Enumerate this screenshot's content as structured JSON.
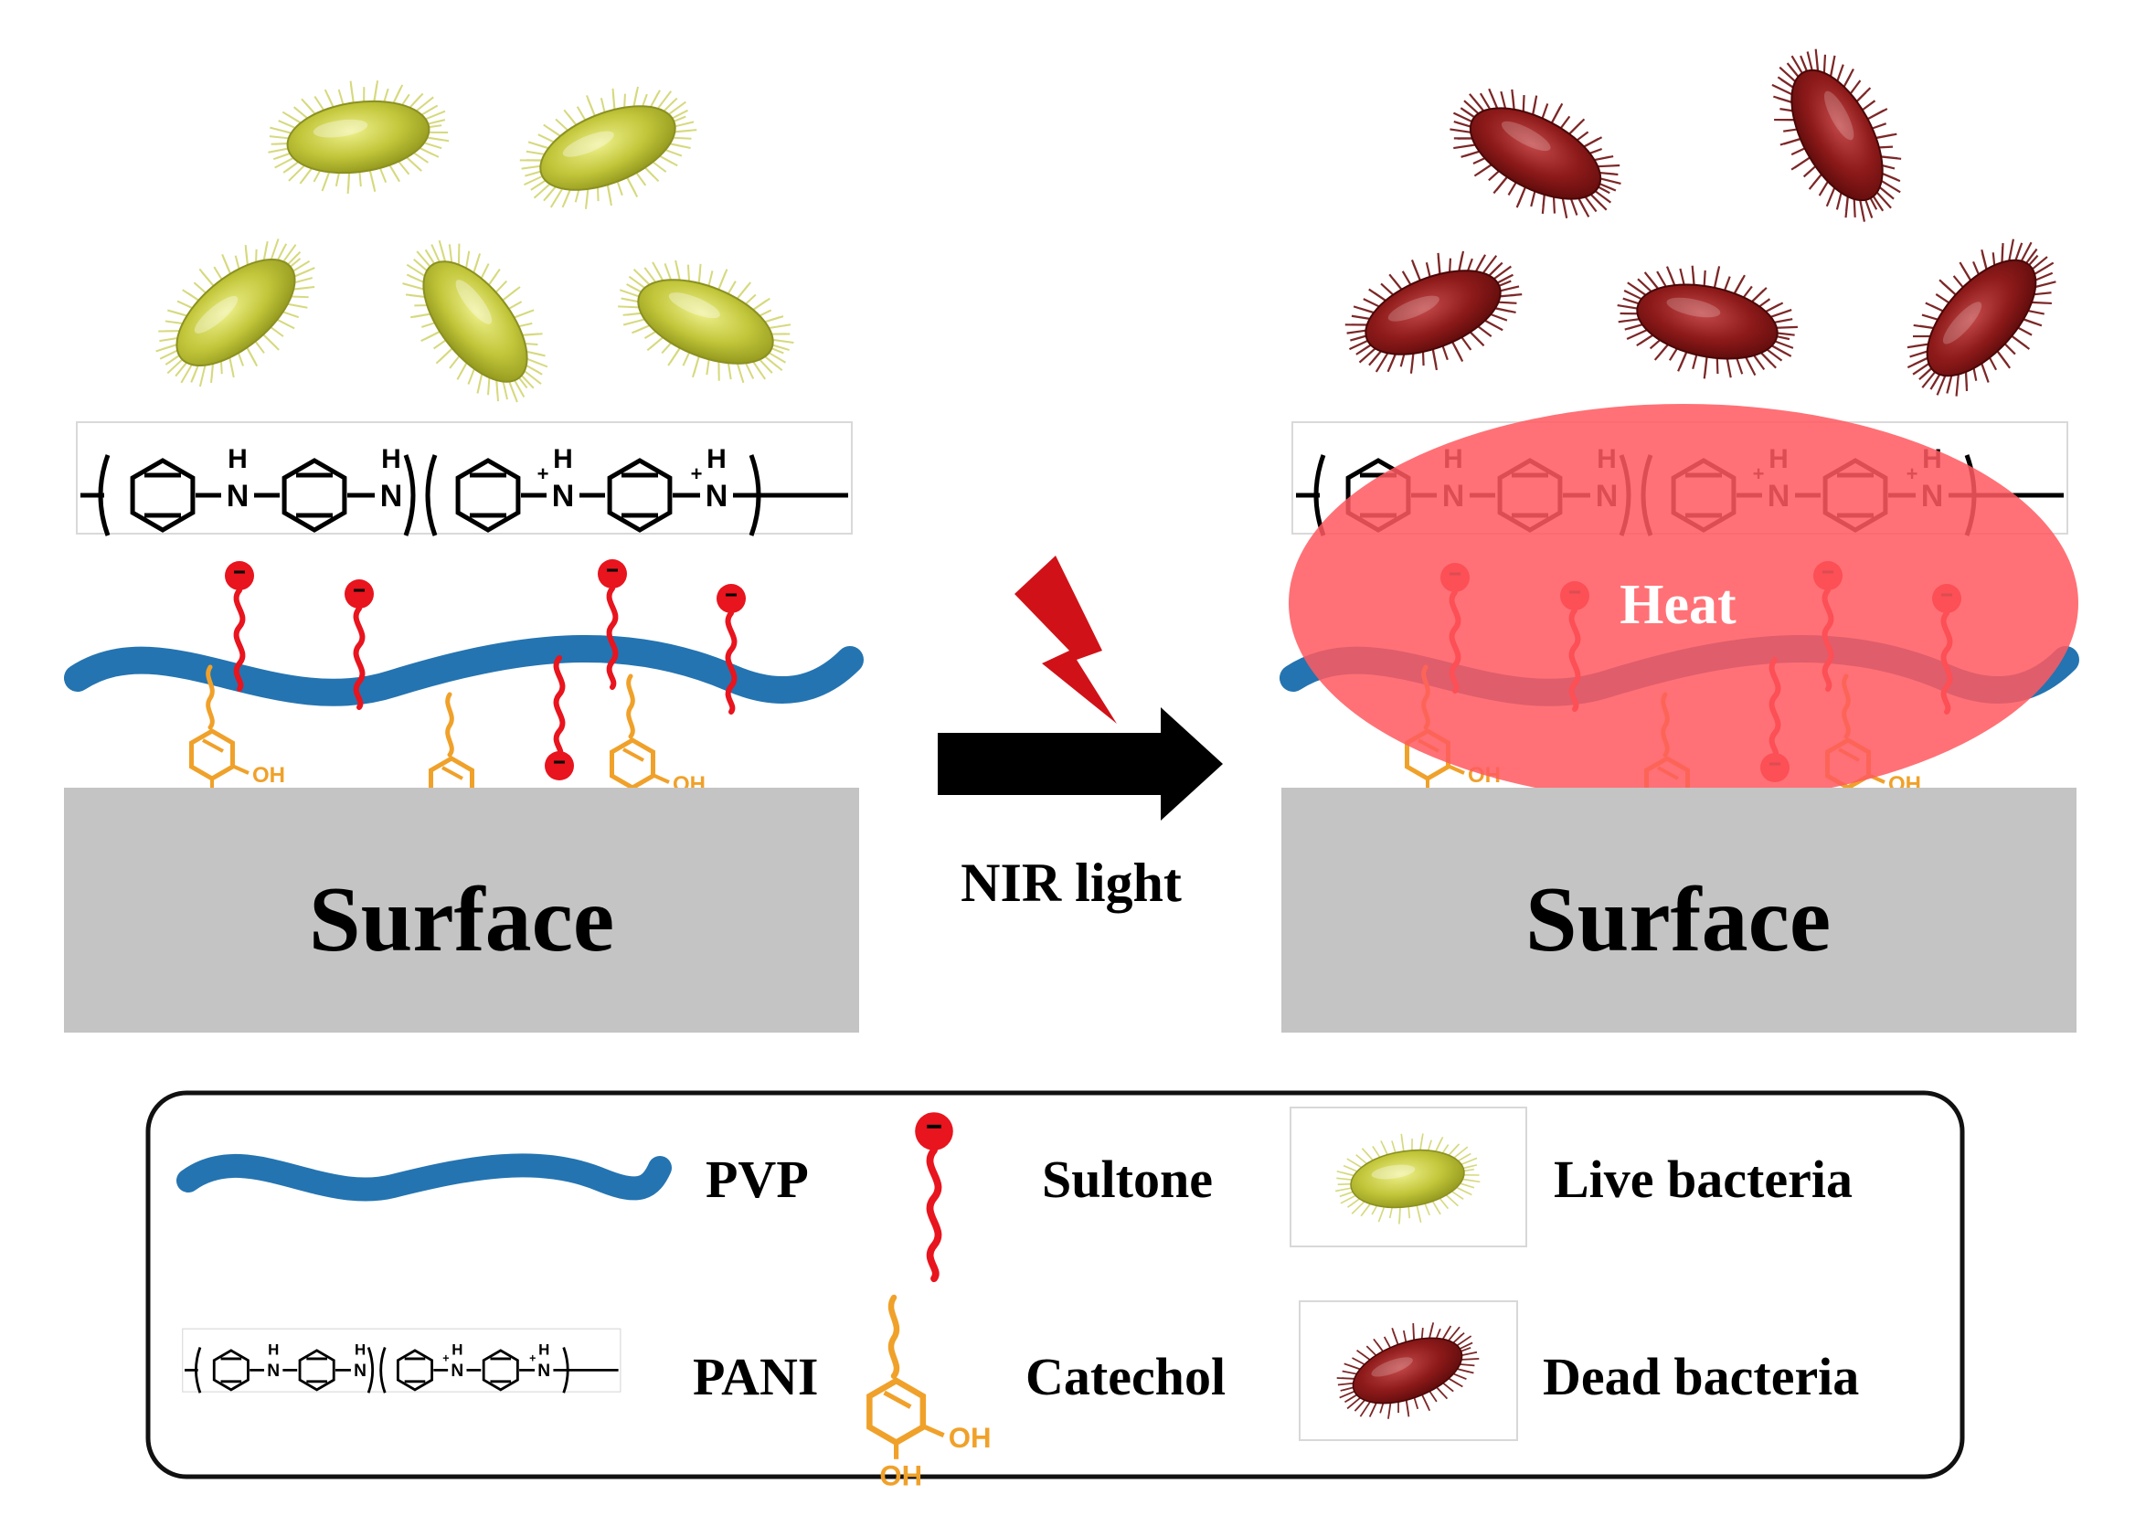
{
  "panels": {
    "left": {
      "surface_label": "Surface",
      "state": "live"
    },
    "right": {
      "surface_label": "Surface",
      "state": "dead",
      "heat_label": "Heat"
    }
  },
  "center": {
    "arrow_label": "NIR light"
  },
  "chem": {
    "h": "H",
    "n": "N",
    "plus": "+",
    "oh": "OH"
  },
  "legend": {
    "pvp": "PVP",
    "sultone": "Sultone",
    "live": "Live bacteria",
    "pani": "PANI",
    "catechol": "Catechol",
    "dead": "Dead bacteria"
  },
  "colors": {
    "pvp": "#2474b1",
    "sultone": "#e8141e",
    "catechol": "#f0a12a",
    "live_bacteria": "#b7bd2a",
    "dead_bacteria": "#8e1a1a",
    "heat": "#ff5a5f",
    "surface": "#c4c4c4",
    "bolt": "#d01218",
    "arrow": "#000000"
  }
}
